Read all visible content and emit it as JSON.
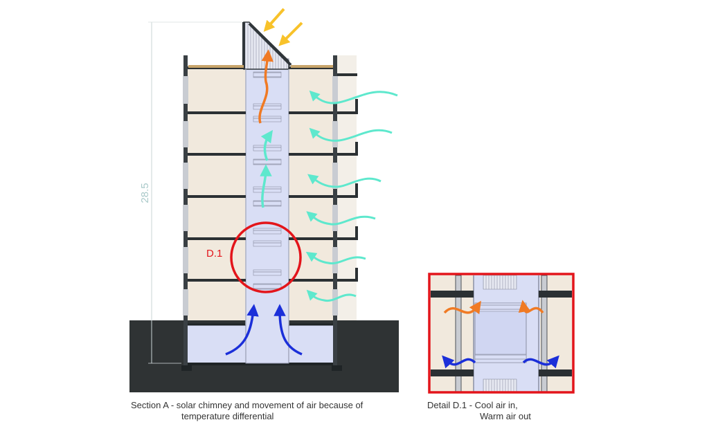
{
  "dimension": {
    "value": "28.5"
  },
  "detail_marker": {
    "label": "D.1"
  },
  "captions": {
    "section_line1": "Section A - solar chimney and movement of air because of",
    "section_line2": "temperature differential",
    "detail_line1": "Detail D.1 - Cool air in,",
    "detail_line2": "Warm air out"
  },
  "colors": {
    "ground": "#2f3334",
    "room_fill": "#f1e9dd",
    "chimney_fill": "#d9def5",
    "cool_air": "#1b2fd9",
    "warm_air": "#f07a24",
    "fresh_air": "#5ee8cd",
    "sun_rays": "#f8c22a",
    "detail_frame": "#e3151b",
    "dimension_text": "#a9c9c9"
  },
  "icons": [
    "sun-ray-arrow-icon",
    "warm-air-arrow-icon",
    "fresh-air-arrow-icon",
    "cool-air-arrow-icon"
  ]
}
